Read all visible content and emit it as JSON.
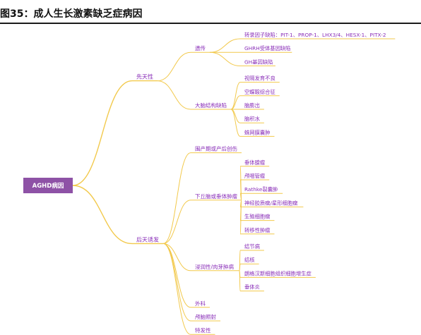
{
  "figure_title": "图35：成人生长激素缺乏症病因",
  "colors": {
    "root_fill": "#8e52a6",
    "branch_line": "#f2c94c",
    "label_text": "#8a2fb8",
    "title_rule": "#1a1a1a"
  },
  "root": {
    "label": "AGHD病因",
    "children": [
      {
        "label": "先天性",
        "children": [
          {
            "label": "遗传",
            "children": [
              {
                "label": "转录因子缺陷：PIT-1、PROP-1、LHX3/4、HESX-1、PITX-2"
              },
              {
                "label": "GHRH受体基因缺陷"
              },
              {
                "label": "GH基因缺陷"
              }
            ]
          },
          {
            "label": "大脑结构缺陷",
            "children": [
              {
                "label": "视隔发育不良"
              },
              {
                "label": "空蝶鞍综合征"
              },
              {
                "label": "脑膨出"
              },
              {
                "label": "脑积水"
              },
              {
                "label": "蛛网膜囊肿"
              }
            ]
          }
        ]
      },
      {
        "label": "后天诱发",
        "children": [
          {
            "label": "围产期或产后创伤"
          },
          {
            "label": "下丘脑或垂体肿瘤",
            "children": [
              {
                "label": "垂体腺瘤"
              },
              {
                "label": "颅咽管瘤"
              },
              {
                "label": "Rathke裂囊肿"
              },
              {
                "label": "神经胶质瘤/星形细胞瘤"
              },
              {
                "label": "生殖细胞瘤"
              },
              {
                "label": "转移性肿瘤"
              }
            ]
          },
          {
            "label": "浸润性/肉芽肿病",
            "children": [
              {
                "label": "结节病"
              },
              {
                "label": "结核"
              },
              {
                "label": "朗格汉斯细胞组织细胞增生症"
              },
              {
                "label": "垂体炎"
              }
            ]
          },
          {
            "label": "外科"
          },
          {
            "label": "颅脑照射"
          },
          {
            "label": "特发性"
          }
        ]
      }
    ]
  }
}
